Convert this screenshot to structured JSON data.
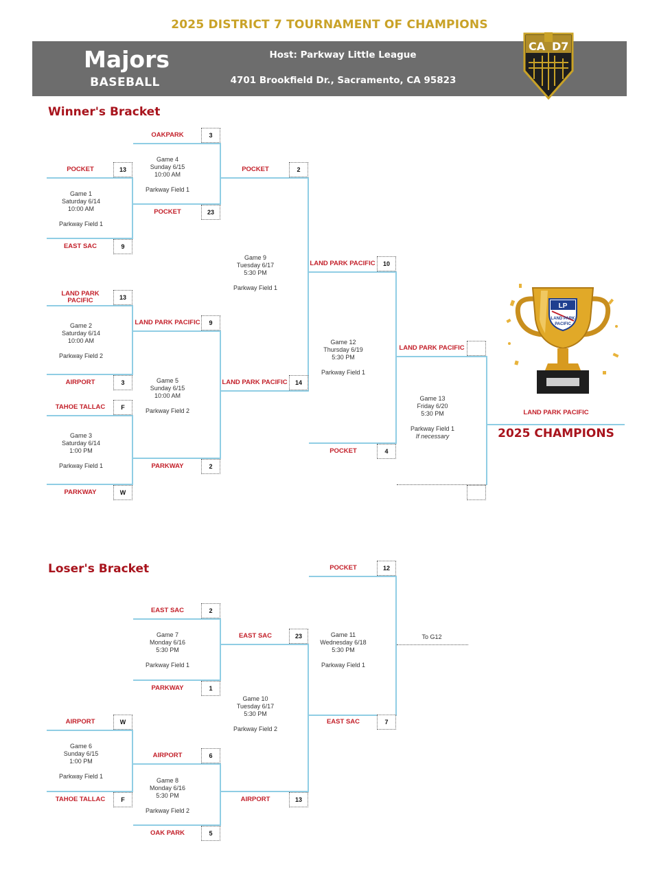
{
  "header": {
    "title": "2025 DISTRICT 7 TOURNAMENT OF CHAMPIONS",
    "division": "Majors",
    "sport": "BASEBALL",
    "host": "Host: Parkway Little League",
    "address": "4701 Brookfield Dr., Sacramento, CA 95823",
    "logo_left": "CA",
    "logo_right": "D7"
  },
  "winners": {
    "title": "Winner's Bracket",
    "g1": {
      "top": "POCKET",
      "top_score": "13",
      "bottom": "EAST SAC",
      "bottom_score": "9",
      "game": "Game 1",
      "date": "Saturday 6/14",
      "time": "10:00 AM",
      "field": "Parkway Field 1"
    },
    "g2": {
      "top": "LAND PARK PACIFIC",
      "top_score": "13",
      "bottom": "AIRPORT",
      "bottom_score": "3",
      "game": "Game 2",
      "date": "Saturday 6/14",
      "time": "10:00 AM",
      "field": "Parkway Field 2"
    },
    "g3": {
      "top": "TAHOE TALLAC",
      "top_score": "F",
      "bottom": "PARKWAY",
      "bottom_score": "W",
      "game": "Game 3",
      "date": "Saturday 6/14",
      "time": "1:00 PM",
      "field": "Parkway Field 1"
    },
    "g4": {
      "top": "OAKPARK",
      "top_score": "3",
      "bottom": "POCKET",
      "bottom_score": "23",
      "game": "Game 4",
      "date": "Sunday 6/15",
      "time": "10:00 AM",
      "field": "Parkway Field 1"
    },
    "g5": {
      "top": "LAND PARK PACIFIC",
      "top_score": "9",
      "bottom": "PARKWAY",
      "bottom_score": "2",
      "game": "Game 5",
      "date": "Sunday 6/15",
      "time": "10:00 AM",
      "field": "Parkway Field 2"
    },
    "g9": {
      "top": "POCKET",
      "top_score": "2",
      "bottom": "LAND PARK PACIFIC",
      "bottom_score": "14",
      "game": "Game 9",
      "date": "Tuesday 6/17",
      "time": "5:30 PM",
      "field": "Parkway Field 1"
    },
    "g12": {
      "top": "LAND PARK PACIFIC",
      "top_score": "10",
      "bottom": "POCKET",
      "bottom_score": "4",
      "game": "Game 12",
      "date": "Thursday 6/19",
      "time": "5:30 PM",
      "field": "Parkway Field 1"
    },
    "g13": {
      "top": "LAND PARK PACIFIC",
      "top_score": "",
      "bottom_score": "",
      "game": "Game 13",
      "date": "Friday 6/20",
      "time": "5:30 PM",
      "field": "Parkway Field 1",
      "note": "If necessary"
    },
    "champion": {
      "team": "LAND PARK PACIFIC",
      "title": "2025 CHAMPIONS",
      "trophy_text_top": "LAND PARK",
      "trophy_text_bottom": "PACIFIC"
    }
  },
  "losers": {
    "title": "Loser's Bracket",
    "g6": {
      "top": "AIRPORT",
      "top_score": "W",
      "bottom": "TAHOE TALLAC",
      "bottom_score": "F",
      "game": "Game 6",
      "date": "Sunday 6/15",
      "time": "1:00 PM",
      "field": "Parkway Field 1"
    },
    "g7": {
      "top": "EAST SAC",
      "top_score": "2",
      "bottom": "PARKWAY",
      "bottom_score": "1",
      "game": "Game 7",
      "date": "Monday 6/16",
      "time": "5:30 PM",
      "field": "Parkway Field 1"
    },
    "g8": {
      "top": "AIRPORT",
      "top_score": "6",
      "bottom": "OAK PARK",
      "bottom_score": "5",
      "game": "Game 8",
      "date": "Monday 6/16",
      "time": "5:30 PM",
      "field": "Parkway Field 2"
    },
    "g10": {
      "top": "EAST SAC",
      "top_score": "23",
      "bottom": "AIRPORT",
      "bottom_score": "13",
      "game": "Game 10",
      "date": "Tuesday 6/17",
      "time": "5:30 PM",
      "field": "Parkway Field 2"
    },
    "g11": {
      "top": "POCKET",
      "top_score": "12",
      "bottom": "EAST SAC",
      "bottom_score": "7",
      "game": "Game 11",
      "date": "Wednesday 6/18",
      "time": "5:30 PM",
      "field": "Parkway Field 1"
    },
    "to_next": "To G12"
  },
  "colors": {
    "title_gold": "#c9a227",
    "banner_gray": "#6d6d6d",
    "team_red": "#c3202a",
    "section_red": "#a8141d",
    "bracket_line": "#8fcde4"
  }
}
